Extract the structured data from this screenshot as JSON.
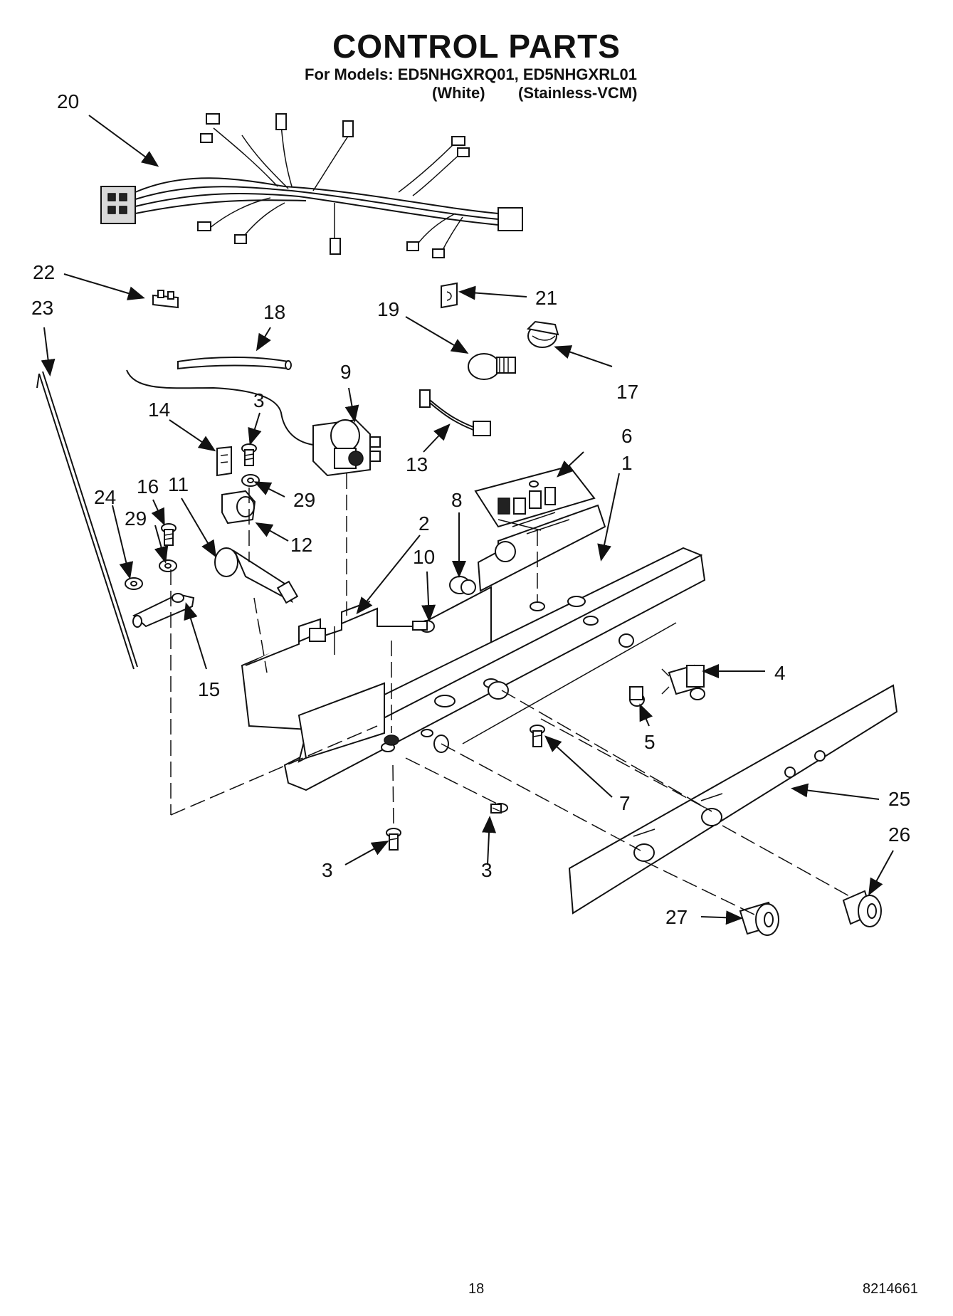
{
  "header": {
    "title": "CONTROL PARTS",
    "models_line": "For Models: ED5NHGXRQ01, ED5NHGXRL01",
    "variant_1": "(White)",
    "variant_2": "(Stainless-VCM)"
  },
  "callouts": [
    "20",
    "22",
    "21",
    "23",
    "18",
    "19",
    "17",
    "9",
    "3",
    "14",
    "13",
    "6",
    "1",
    "16",
    "11",
    "24",
    "29",
    "29",
    "12",
    "8",
    "2",
    "10",
    "15",
    "4",
    "5",
    "7",
    "25",
    "26",
    "3",
    "3",
    "27"
  ],
  "footer": {
    "page_number": "18",
    "document_number": "8214661"
  }
}
